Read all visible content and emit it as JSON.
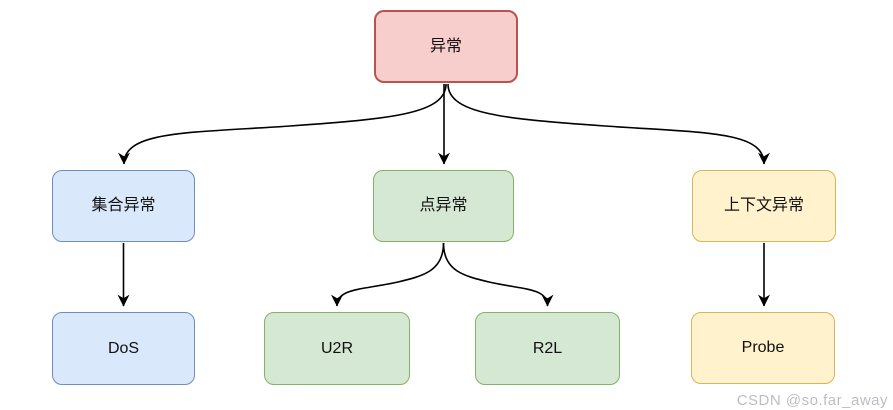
{
  "diagram": {
    "nodes": {
      "root": {
        "label": "异常",
        "fill": "#f8cecc",
        "stroke": "#b85450"
      },
      "collective": {
        "label": "集合异常",
        "fill": "#dae8fc",
        "stroke": "#6c8ebf"
      },
      "point": {
        "label": "点异常",
        "fill": "#d5e8d4",
        "stroke": "#82b366"
      },
      "contextual": {
        "label": "上下文异常",
        "fill": "#fff2cc",
        "stroke": "#d6b656"
      },
      "dos": {
        "label": "DoS",
        "fill": "#dae8fc",
        "stroke": "#6c8ebf"
      },
      "u2r": {
        "label": "U2R",
        "fill": "#d5e8d4",
        "stroke": "#82b366"
      },
      "r2l": {
        "label": "R2L",
        "fill": "#d5e8d4",
        "stroke": "#82b366"
      },
      "probe": {
        "label": "Probe",
        "fill": "#fff2cc",
        "stroke": "#d6b656"
      }
    },
    "edges": [
      {
        "from": "异常",
        "to": "集合异常"
      },
      {
        "from": "异常",
        "to": "点异常"
      },
      {
        "from": "异常",
        "to": "上下文异常"
      },
      {
        "from": "集合异常",
        "to": "DoS"
      },
      {
        "from": "点异常",
        "to": "U2R"
      },
      {
        "from": "点异常",
        "to": "R2L"
      },
      {
        "from": "上下文异常",
        "to": "Probe"
      }
    ],
    "edge_color": "#000000"
  },
  "watermark": "CSDN @so.far_away"
}
